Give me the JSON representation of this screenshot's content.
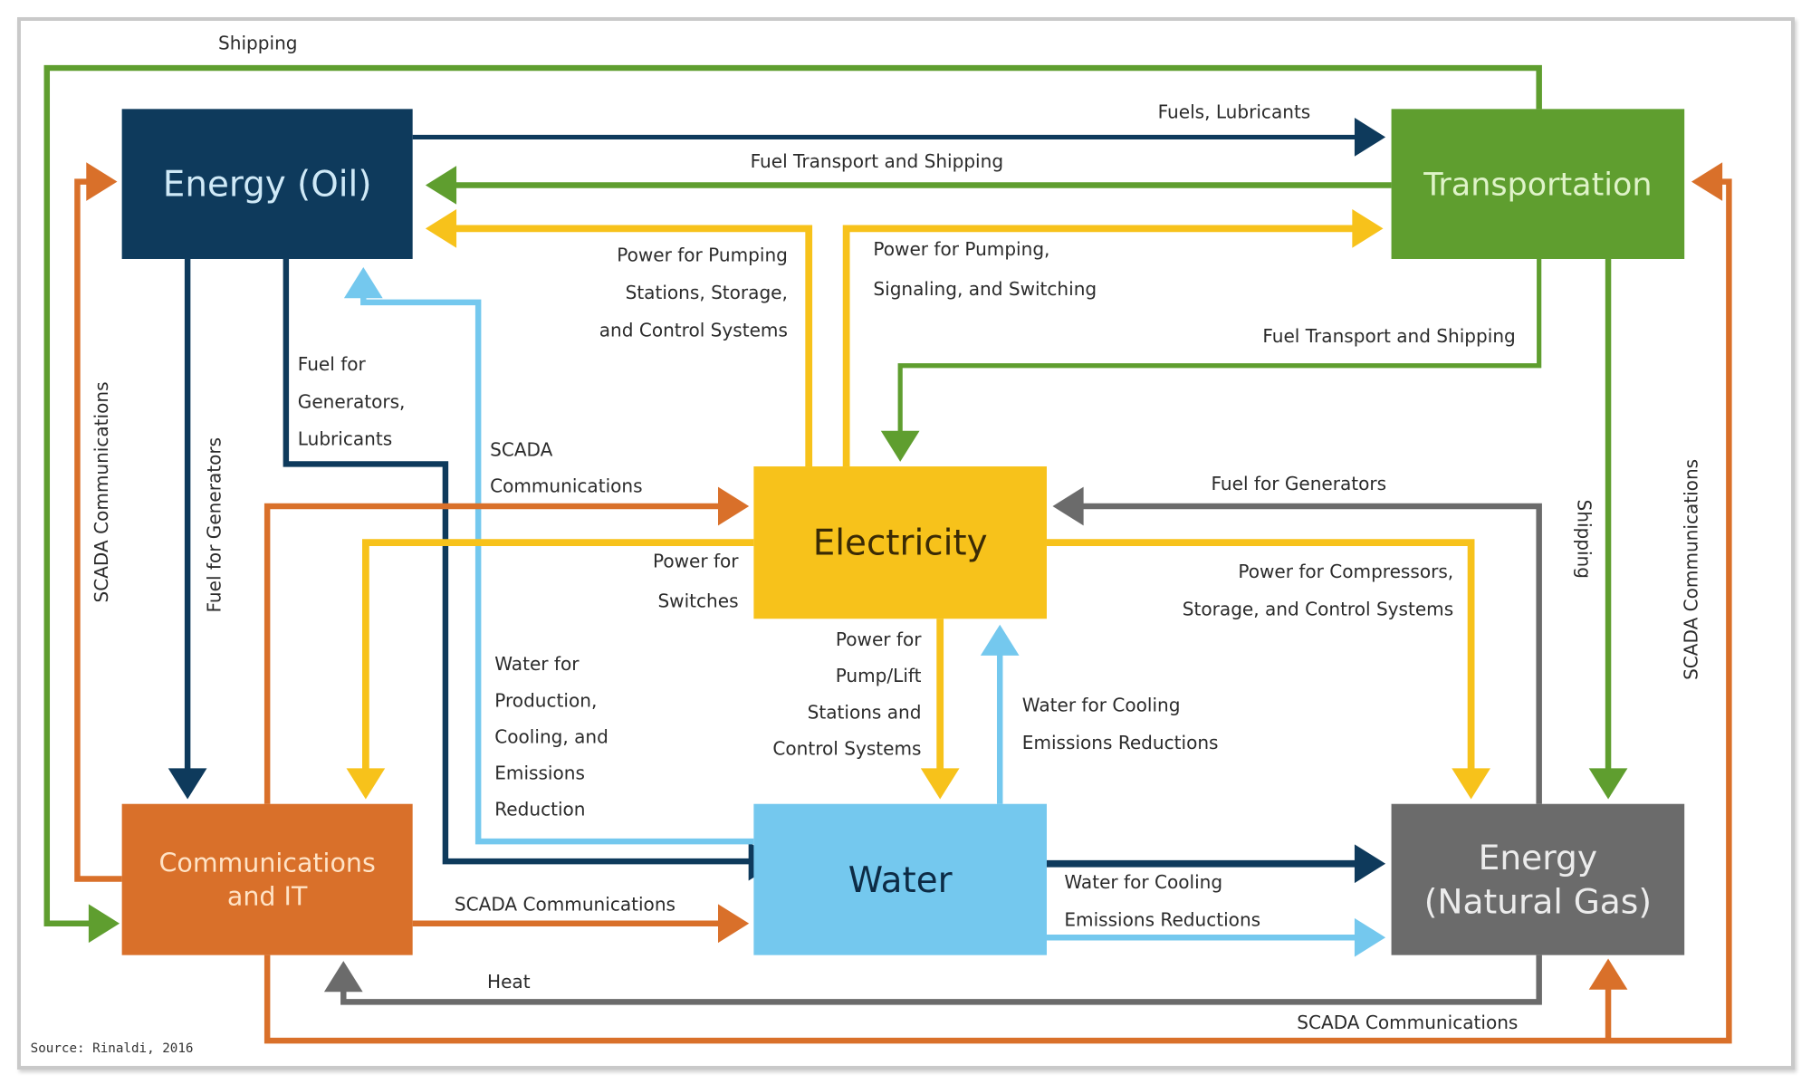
{
  "colors": {
    "oil": "#0e3a5c",
    "transportation": "#5f9e2f",
    "electricity": "#f7c21b",
    "communications": "#d9702a",
    "water": "#74c8ee",
    "natural_gas": "#6b6b6b",
    "oil_text": "#cfe9f7",
    "transportation_text": "#dff3c8",
    "electricity_text": "#3a2a05",
    "communications_text": "#ffe3c6",
    "water_text": "#0d2b45",
    "natural_gas_text": "#ececec"
  },
  "nodes": {
    "oil": {
      "label": [
        "Energy (Oil)"
      ]
    },
    "transportation": {
      "label": [
        "Transportation"
      ]
    },
    "electricity": {
      "label": [
        "Electricity"
      ]
    },
    "communications": {
      "label": [
        "Communications",
        "and IT"
      ]
    },
    "water": {
      "label": [
        "Water"
      ]
    },
    "natural_gas": {
      "label": [
        "Energy",
        "(Natural Gas)"
      ]
    }
  },
  "edges": [
    {
      "id": "transport-to-comm-shipping",
      "from": "Transportation",
      "to": "Communications and IT",
      "color": "transportation",
      "label": [
        "Shipping"
      ]
    },
    {
      "id": "oil-to-transport-fuels",
      "from": "Energy (Oil)",
      "to": "Transportation",
      "color": "oil",
      "label": [
        "Fuels, Lubricants"
      ]
    },
    {
      "id": "transport-to-oil-shipping",
      "from": "Transportation",
      "to": "Energy (Oil)",
      "color": "transportation",
      "label": [
        "Fuel Transport and Shipping"
      ]
    },
    {
      "id": "elec-to-oil-power",
      "from": "Electricity",
      "to": "Energy (Oil)",
      "color": "electricity",
      "label": [
        "Power for Pumping",
        "Stations, Storage,",
        "and Control Systems"
      ]
    },
    {
      "id": "elec-to-transport-power",
      "from": "Electricity",
      "to": "Transportation",
      "color": "electricity",
      "label": [
        "Power for Pumping,",
        "Signaling, and Switching"
      ]
    },
    {
      "id": "transport-to-elec-shipping",
      "from": "Transportation",
      "to": "Electricity",
      "color": "transportation",
      "label": [
        "Fuel Transport and Shipping"
      ]
    },
    {
      "id": "oil-to-water-fuel",
      "from": "Energy (Oil)",
      "to": "Water",
      "color": "oil",
      "label": [
        "Fuel for",
        "Generators,",
        "Lubricants"
      ]
    },
    {
      "id": "oil-to-comm-fuel",
      "from": "Energy (Oil)",
      "to": "Communications and IT",
      "color": "oil",
      "label": [
        "Fuel for Generators"
      ]
    },
    {
      "id": "comm-to-oil-scada",
      "from": "Communications and IT",
      "to": "Energy (Oil)",
      "color": "communications",
      "label": [
        "SCADA Communications"
      ]
    },
    {
      "id": "water-to-oil",
      "from": "Water",
      "to": "Energy (Oil)",
      "color": "water",
      "label": [
        "Water for",
        "Production,",
        "Cooling, and",
        "Emissions",
        "Reduction"
      ]
    },
    {
      "id": "comm-to-elec-scada",
      "from": "Communications and IT",
      "to": "Electricity",
      "color": "communications",
      "label": [
        "SCADA",
        "Communications"
      ]
    },
    {
      "id": "elec-to-comm-power",
      "from": "Electricity",
      "to": "Communications and IT",
      "color": "electricity",
      "label": [
        "Power for",
        "Switches"
      ]
    },
    {
      "id": "ng-to-elec-fuel",
      "from": "Energy (Natural Gas)",
      "to": "Electricity",
      "color": "natural_gas",
      "label": [
        "Fuel for Generators"
      ]
    },
    {
      "id": "elec-to-ng-power",
      "from": "Electricity",
      "to": "Energy (Natural Gas)",
      "color": "electricity",
      "label": [
        "Power for Compressors,",
        "Storage, and Control Systems"
      ]
    },
    {
      "id": "elec-to-water-power",
      "from": "Electricity",
      "to": "Water",
      "color": "electricity",
      "label": [
        "Power for",
        "Pump/Lift",
        "Stations and",
        "Control Systems"
      ]
    },
    {
      "id": "water-to-elec-cooling",
      "from": "Water",
      "to": "Electricity",
      "color": "water",
      "label": [
        "Water for Cooling",
        "Emissions Reductions"
      ]
    },
    {
      "id": "transport-to-ng-shipping",
      "from": "Transportation",
      "to": "Energy (Natural Gas)",
      "color": "transportation",
      "label": [
        "Shipping"
      ]
    },
    {
      "id": "comm-to-transport-scada",
      "from": "Communications and IT",
      "to": "Transportation",
      "color": "communications",
      "label": [
        "SCADA Communications"
      ]
    },
    {
      "id": "oil-to-ng",
      "from": "Energy (Oil)",
      "to": "Energy (Natural Gas)",
      "color": "oil",
      "label": []
    },
    {
      "id": "water-to-ng-cooling",
      "from": "Water",
      "to": "Energy (Natural Gas)",
      "color": "water",
      "label": [
        "Water for Cooling",
        "Emissions Reductions"
      ]
    },
    {
      "id": "comm-to-water-scada",
      "from": "Communications and IT",
      "to": "Water",
      "color": "communications",
      "label": [
        "SCADA Communications"
      ]
    },
    {
      "id": "ng-to-comm-heat",
      "from": "Energy (Natural Gas)",
      "to": "Communications and IT",
      "color": "natural_gas",
      "label": [
        "Heat"
      ]
    },
    {
      "id": "comm-to-ng-scada",
      "from": "Communications and IT",
      "to": "Energy (Natural Gas)",
      "color": "communications",
      "label": [
        "SCADA Communications"
      ]
    }
  ],
  "source": "Source: Rinaldi, 2016"
}
